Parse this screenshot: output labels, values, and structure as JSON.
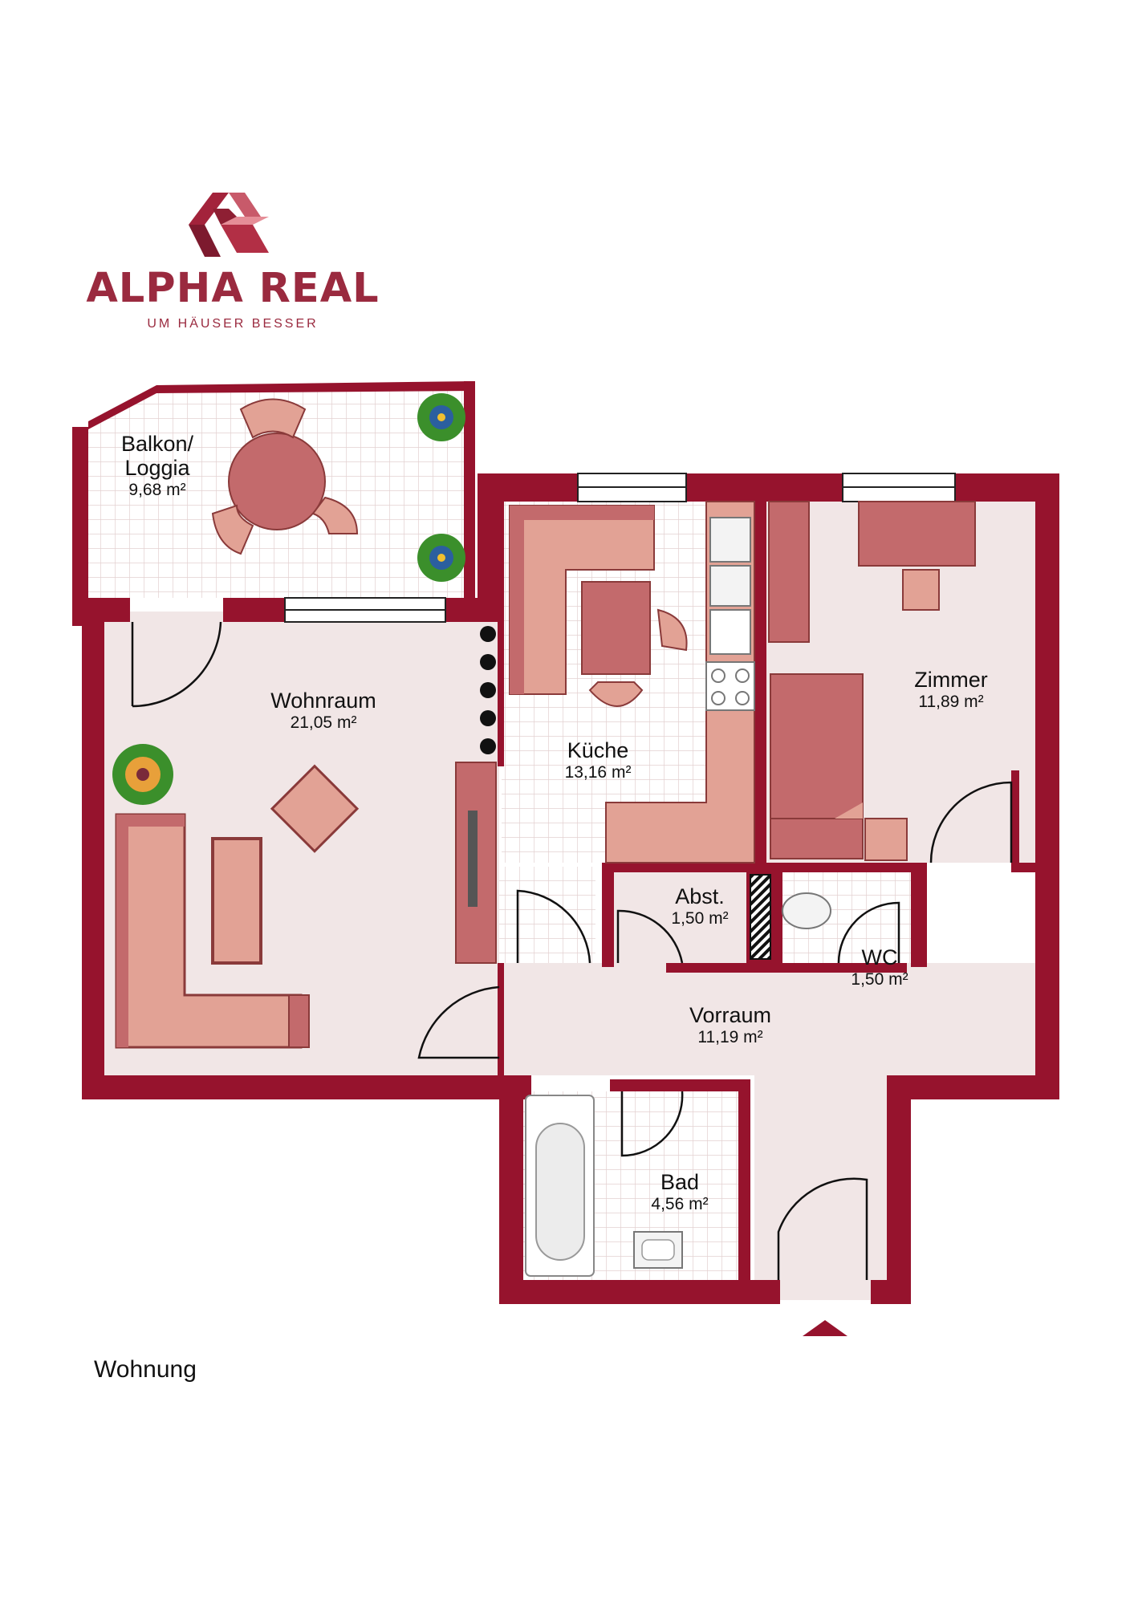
{
  "brand": {
    "name": "ALPHA REAL",
    "tagline": "UM HÄUSER BESSER",
    "logo_icon": "alpha-real-logo-icon",
    "color": "#9a2a3f"
  },
  "colors": {
    "wall": "#96132d",
    "floor": "#f1e6e6",
    "furniture": "#c36a6c",
    "furniture_light": "#e2a295"
  },
  "rooms": {
    "balkon": {
      "name": "Balkon/\nLoggia",
      "area": "9,68 m²"
    },
    "wohnraum": {
      "name": "Wohnraum",
      "area": "21,05 m²"
    },
    "kueche": {
      "name": "Küche",
      "area": "13,16 m²"
    },
    "zimmer": {
      "name": "Zimmer",
      "area": "11,89 m²"
    },
    "abst": {
      "name": "Abst.",
      "area": "1,50 m²"
    },
    "wc": {
      "name": "WC",
      "area": "1,50 m²"
    },
    "vorraum": {
      "name": "Vorraum",
      "area": "11,19 m²"
    },
    "bad": {
      "name": "Bad",
      "area": "4,56 m²"
    }
  },
  "caption": "Wohnung",
  "entrance_icon": "entrance-arrow-icon"
}
